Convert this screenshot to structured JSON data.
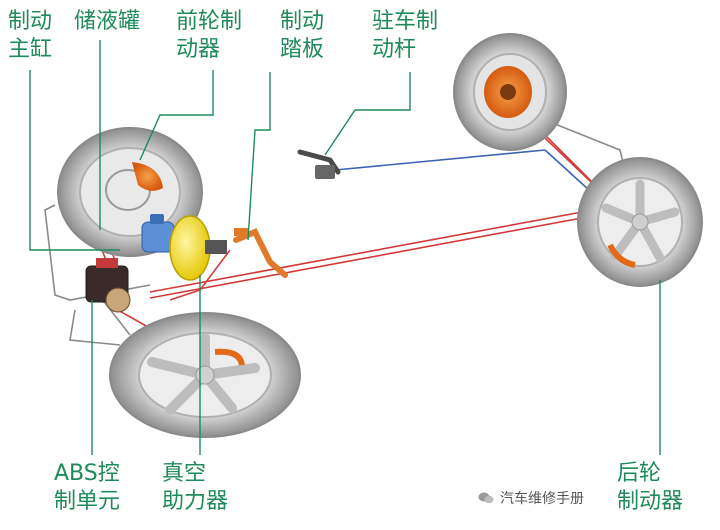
{
  "labels": {
    "master_cylinder": "制动\n主缸",
    "reservoir": "储液罐",
    "front_brake": "前轮制\n动器",
    "brake_pedal": "制动\n踏板",
    "parking_lever": "驻车制\n动杆",
    "abs_unit": "ABS控\n制单元",
    "vacuum_booster": "真空\n助力器",
    "rear_brake": "后轮\n制动器"
  },
  "watermark": "汽车维修手册",
  "colors": {
    "label": "#1f8a5b",
    "leader": "#1f8a5b",
    "brake_line": "#d23a3a",
    "parking_cable": "#3b63b5",
    "rotor": "#e06a1a",
    "booster": "#f2df1c",
    "reservoir": "#5b8fd6",
    "tire": "#9a9a9a",
    "rim": "#d8d8d8"
  }
}
